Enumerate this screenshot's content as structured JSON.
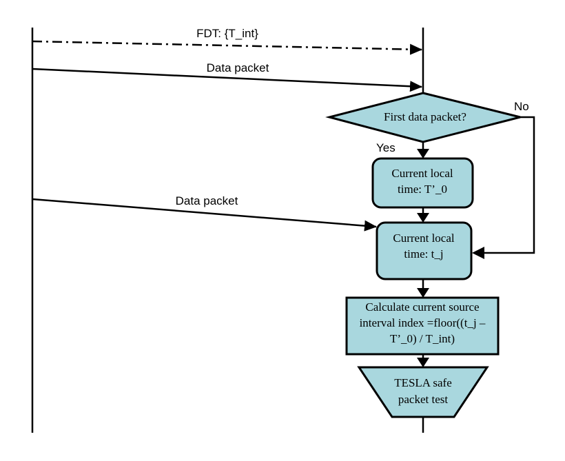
{
  "messages": {
    "fdt": "FDT: {T_int}",
    "data_packet_1": "Data packet",
    "data_packet_2": "Data packet"
  },
  "decision": {
    "question": "First data packet?",
    "yes_label": "Yes",
    "no_label": "No"
  },
  "steps": {
    "t0_line1": "Current local",
    "t0_line2": "time: T’_0",
    "tj_line1": "Current local",
    "tj_line2": "time: t_j",
    "calc_line1": "Calculate current source",
    "calc_line2": "interval index =floor((t_j –",
    "calc_line3": "T’_0) / T_int)",
    "tesla_line1": "TESLA safe",
    "tesla_line2": "packet test"
  },
  "colors": {
    "shape_fill": "#a9d7de",
    "stroke": "#000000",
    "background": "#ffffff"
  }
}
